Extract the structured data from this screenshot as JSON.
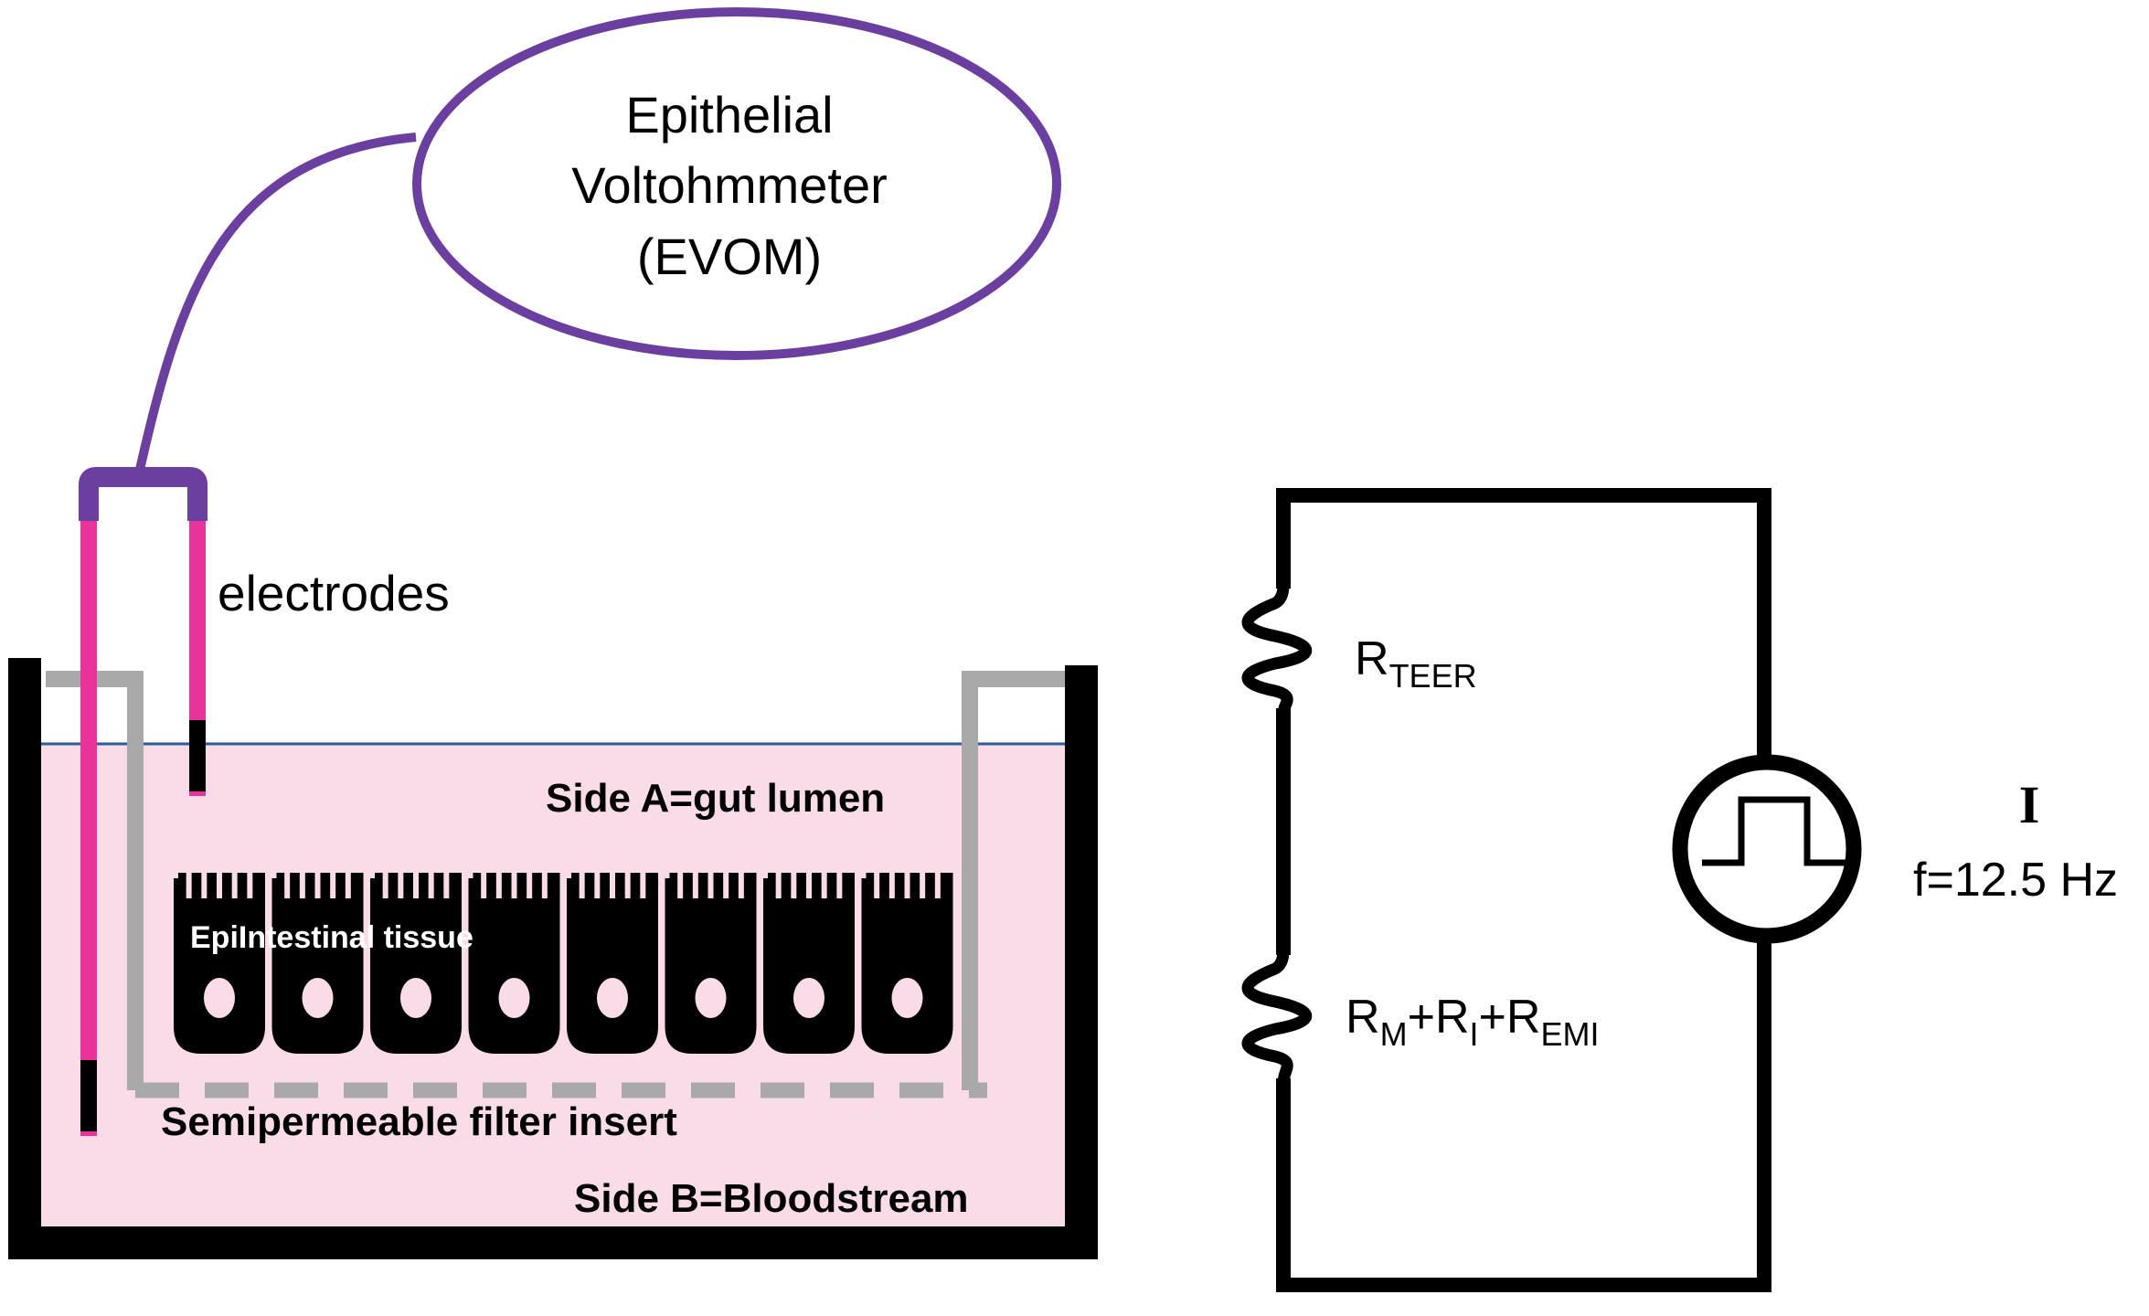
{
  "evom": {
    "line1": "Epithelial",
    "line2": "Voltohmmeter",
    "line3": "(EVOM)"
  },
  "labels": {
    "electrodes": "electrodes",
    "side_a": "Side A=gut lumen",
    "tissue": "EpiIntestinal tissue",
    "filter": "Semipermeable filter insert",
    "side_b": "Side B=Bloodstream"
  },
  "circuit": {
    "r_teer_main": "R",
    "r_teer_sub": "TEER",
    "r_sum": {
      "m_main": "R",
      "m_sub": "M",
      "plus1": "+",
      "i_main": "R",
      "i_sub": "I",
      "plus2": "+",
      "emi_main": "R",
      "emi_sub": "EMI"
    },
    "source_symbol": "I",
    "frequency": "f=12.5 Hz"
  },
  "colors": {
    "purple": "#6b3fa0",
    "magenta": "#e8339a",
    "medium": "#f9dce8",
    "filter_gray": "#a9a9a9",
    "water_line": "#2e5f9c",
    "black": "#000000"
  },
  "cell_count": 8
}
